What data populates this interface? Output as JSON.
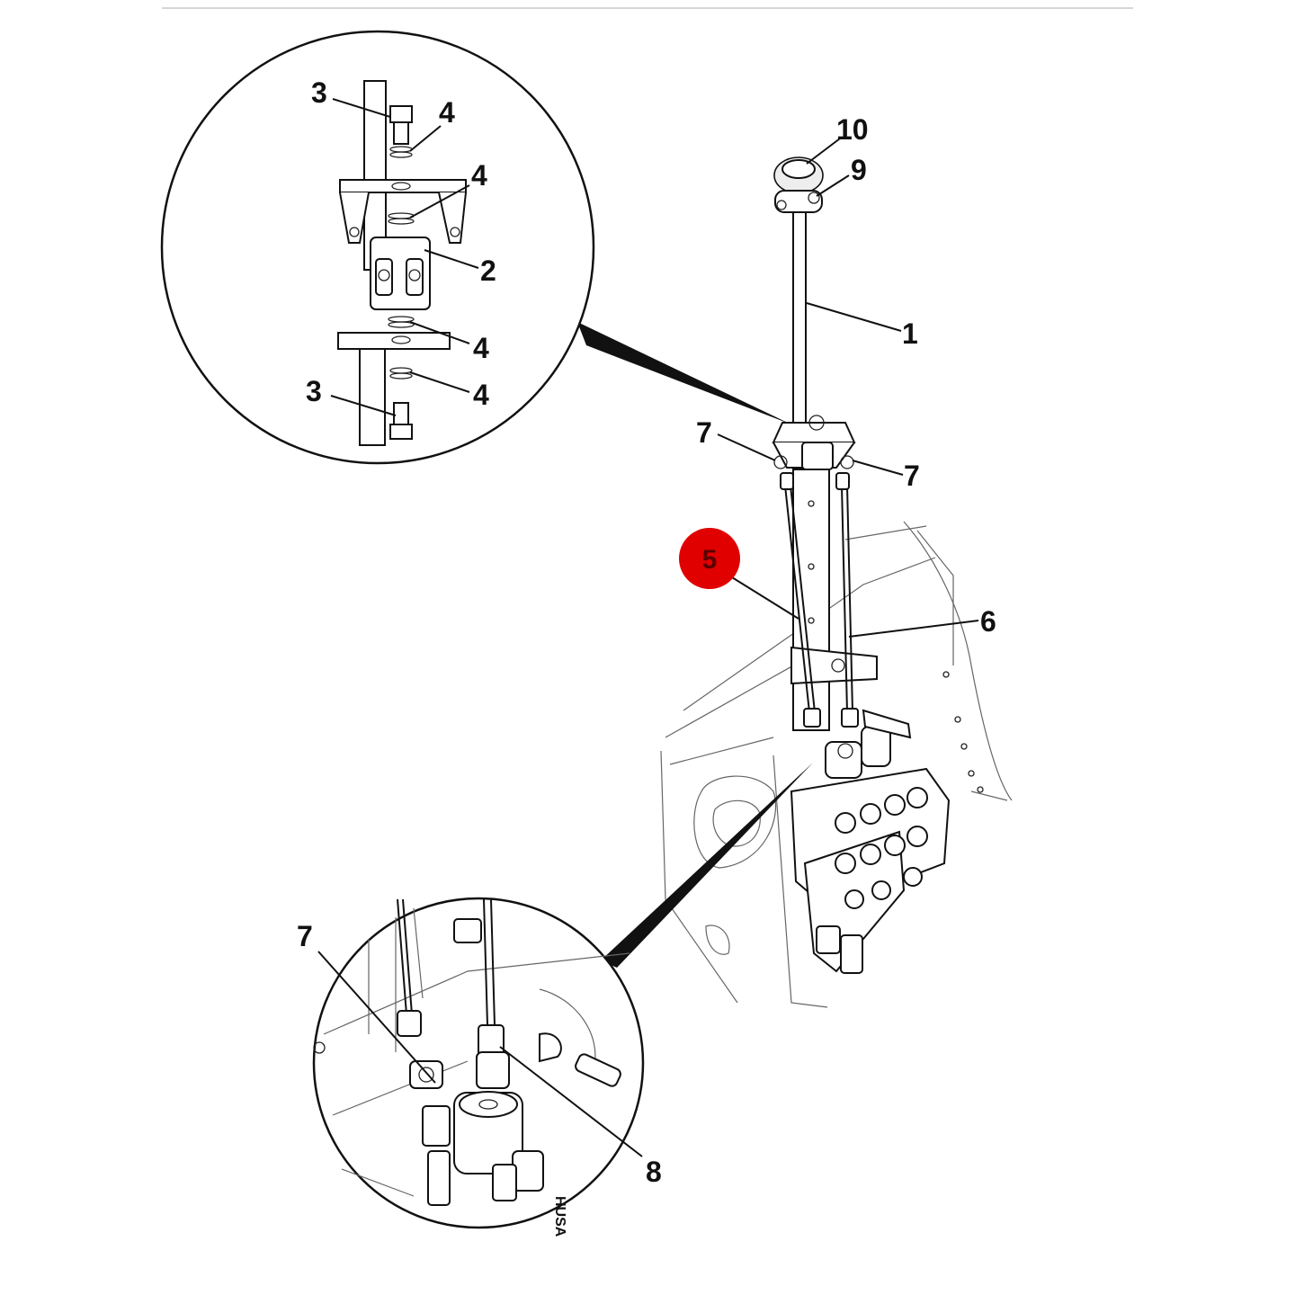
{
  "figure": {
    "highlight_color": "#e00000",
    "line_color": "#111111",
    "background": "#ffffff",
    "callouts": {
      "detail_top": {
        "bolt_upper": "3",
        "washer_a": "4",
        "washer_b": "4",
        "u_joint": "2",
        "washer_c": "4",
        "washer_d": "4",
        "bolt_lower": "3"
      },
      "main": {
        "knob": "10",
        "knob_screw": "9",
        "lever": "1",
        "link_left": "7",
        "link_right": "7",
        "highlighted_rod": "5",
        "rod": "6"
      },
      "detail_bottom": {
        "link": "7",
        "fitting": "8"
      }
    },
    "valve_stamp": "HUSA"
  }
}
